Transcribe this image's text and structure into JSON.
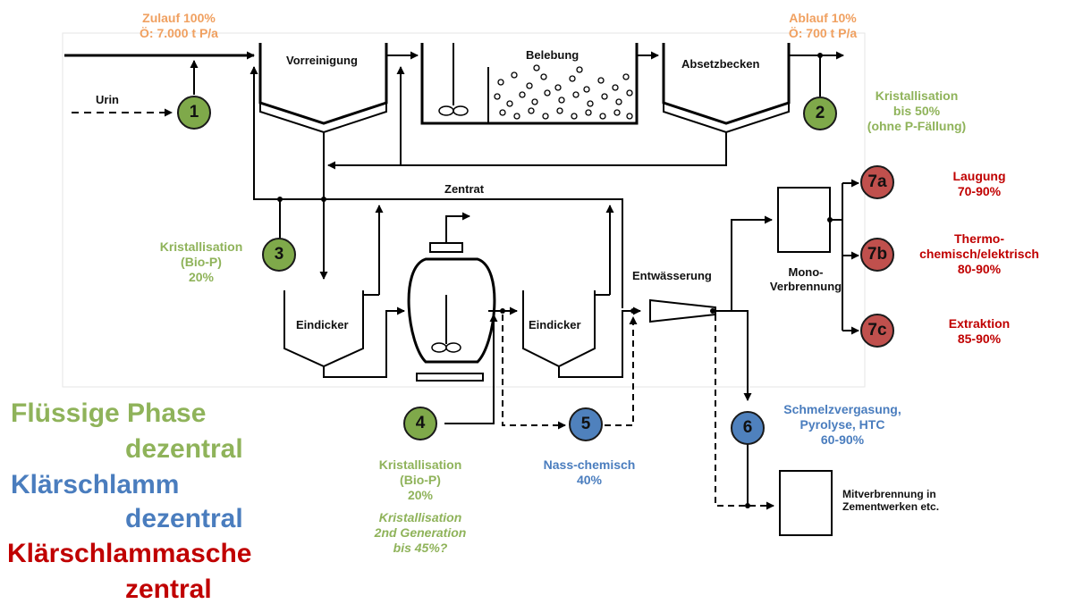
{
  "units": {
    "vorreinigung": "Vorreinigung",
    "belebung": "Belebung",
    "absetzbecken": "Absetzbecken",
    "eindicker_1": "Eindicker",
    "eindicker_2": "Eindicker",
    "entwaesserung": "Entwässerung",
    "mono_verbrennung": "Mono-\nVerbrennung",
    "mitverbrennung": "Mitverbrennung in\nZementwerken etc."
  },
  "flows": {
    "urin": "Urin",
    "zentrat": "Zentrat",
    "zulauf": "Zulauf 100%\nÖ: 7.000 t P/a",
    "ablauf": "Ablauf 10%\nÖ: 700 t P/a"
  },
  "points": {
    "p1": "1",
    "p2": "2",
    "p3": "3",
    "p4": "4",
    "p5": "5",
    "p6": "6",
    "p7a": "7a",
    "p7b": "7b",
    "p7c": "7c"
  },
  "annotations": {
    "p2": "Kristallisation\nbis 50%\n(ohne P-Fällung)",
    "p3": "Kristallisation\n(Bio-P)\n20%",
    "p4": "Kristallisation\n(Bio-P)\n20%",
    "p4_italic": "Kristallisation\n2nd Generation\nbis 45%?",
    "p5": "Nass-chemisch\n40%",
    "p6": "Schmelzvergasung,\nPyrolyse, HTC\n60-90%",
    "p7a": "Laugung\n70-90%",
    "p7b": "Thermo-\nchemisch/elektrisch\n80-90%",
    "p7c": "Extraktion\n85-90%"
  },
  "legend": {
    "line1": "Flüssige Phase",
    "line2": "dezentral",
    "line3": "Klärschlamm",
    "line4": "dezentral",
    "line5": "Klärschlammasche",
    "line6": "zentral"
  },
  "colors": {
    "green": "#8FB35A",
    "blue": "#4A7DBE",
    "red": "#C00000",
    "orange": "#F0A060"
  }
}
